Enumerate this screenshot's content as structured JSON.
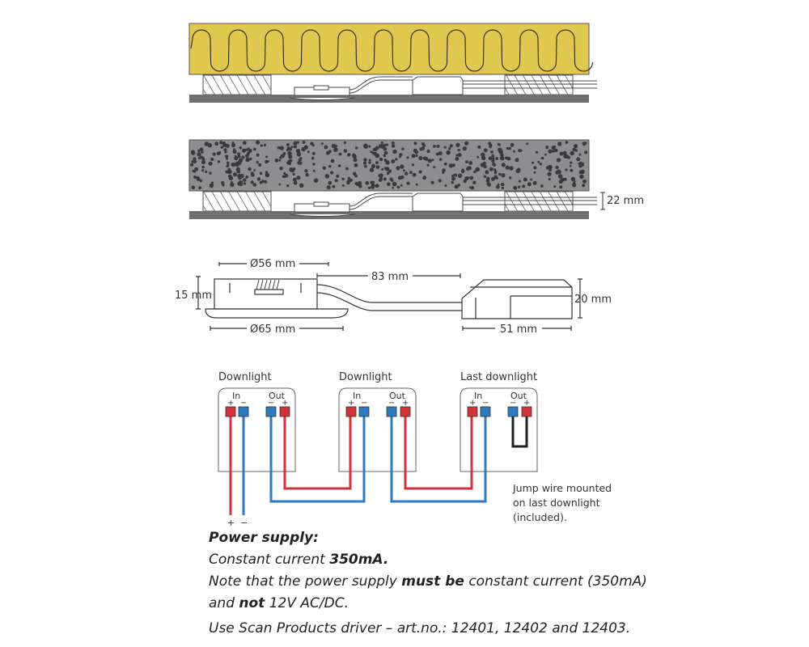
{
  "colors": {
    "insulation_yellow": "#e0c84e",
    "insulation_gray": "#8e8e90",
    "board": "#707072",
    "positive_wire": "#d2323a",
    "negative_wire": "#2d7abf",
    "jump_wire": "#222222"
  },
  "section_view": {
    "gap_label": "22 mm"
  },
  "dimensions": {
    "inner_diameter": "Ø56 mm",
    "outer_diameter": "Ø65 mm",
    "height_downlight": "15 mm",
    "cable_length": "83 mm",
    "driver_height": "20 mm",
    "driver_length": "51 mm"
  },
  "wiring": {
    "units": [
      {
        "title": "Downlight",
        "in": "In",
        "out": "Out"
      },
      {
        "title": "Downlight",
        "in": "In",
        "out": "Out"
      },
      {
        "title": "Last downlight",
        "in": "In",
        "out": "Out"
      }
    ],
    "plus": "+",
    "minus": "−",
    "jump_note": [
      "Jump wire mounted",
      "on last downlight",
      "(included)."
    ]
  },
  "notes": {
    "heading": "Power supply:",
    "line1_prefix": "Constant current ",
    "line1_bold": "350mA.",
    "line2_prefix": "Note that the power supply ",
    "line2_bold": "must be",
    "line2_suffix": " constant current (350mA)",
    "line3_prefix": "and ",
    "line3_bold": "not",
    "line3_suffix": " 12V AC/DC.",
    "line4": "Use Scan Products driver – art.no.: 12401, 12402 and 12403."
  }
}
